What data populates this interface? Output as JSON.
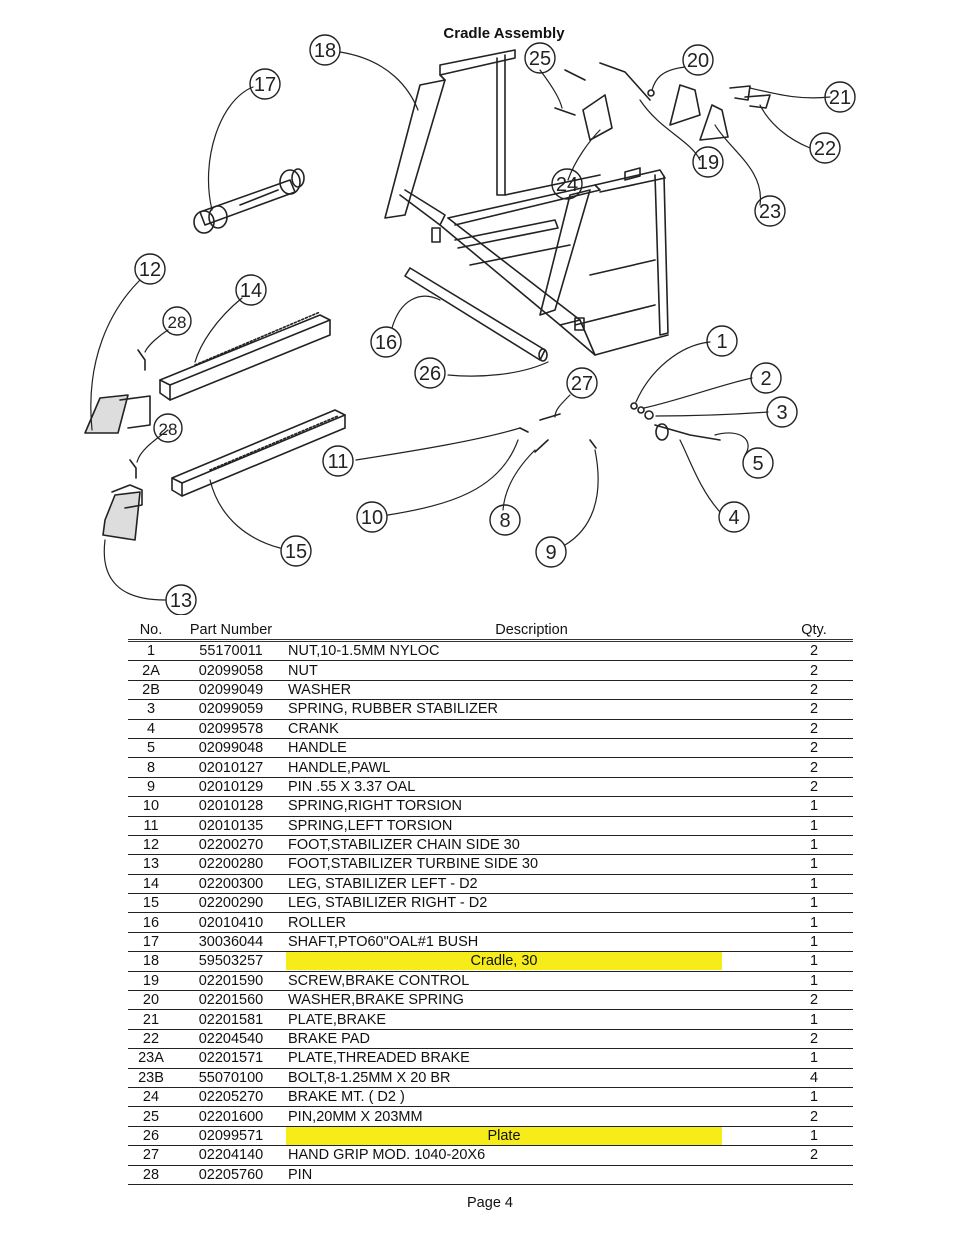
{
  "title": "Cradle Assembly",
  "callouts": [
    "18",
    "17",
    "25",
    "20",
    "21",
    "22",
    "19",
    "23",
    "24",
    "12",
    "14",
    "28",
    "16",
    "26",
    "1",
    "2",
    "27",
    "3",
    "5",
    "11",
    "28",
    "4",
    "10",
    "8",
    "9",
    "15",
    "13"
  ],
  "table": {
    "headers": {
      "no": "No.",
      "part": "Part Number",
      "desc": "Description",
      "qty": "Qty."
    },
    "rows": [
      {
        "no": "1",
        "part": "55170011",
        "desc": "NUT,10-1.5MM NYLOC",
        "qty": "2"
      },
      {
        "no": "2A",
        "part": "02099058",
        "desc": "NUT",
        "qty": "2"
      },
      {
        "no": "2B",
        "part": "02099049",
        "desc": "WASHER",
        "qty": "2"
      },
      {
        "no": "3",
        "part": "02099059",
        "desc": "SPRING, RUBBER STABILIZER",
        "qty": "2"
      },
      {
        "no": "4",
        "part": "02099578",
        "desc": "CRANK",
        "qty": "2"
      },
      {
        "no": "5",
        "part": "02099048",
        "desc": "HANDLE",
        "qty": "2"
      },
      {
        "no": "8",
        "part": "02010127",
        "desc": "HANDLE,PAWL",
        "qty": "2"
      },
      {
        "no": "9",
        "part": "02010129",
        "desc": "PIN .55 X 3.37 OAL",
        "qty": "2"
      },
      {
        "no": "10",
        "part": "02010128",
        "desc": "SPRING,RIGHT TORSION",
        "qty": "1"
      },
      {
        "no": "11",
        "part": "02010135",
        "desc": "SPRING,LEFT TORSION",
        "qty": "1"
      },
      {
        "no": "12",
        "part": "02200270",
        "desc": "FOOT,STABILIZER CHAIN SIDE 30",
        "qty": "1"
      },
      {
        "no": "13",
        "part": "02200280",
        "desc": "FOOT,STABILIZER TURBINE SIDE 30",
        "qty": "1"
      },
      {
        "no": "14",
        "part": "02200300",
        "desc": "LEG, STABILIZER LEFT - D2",
        "qty": "1"
      },
      {
        "no": "15",
        "part": "02200290",
        "desc": "LEG, STABILIZER RIGHT - D2",
        "qty": "1"
      },
      {
        "no": "16",
        "part": "02010410",
        "desc": "ROLLER",
        "qty": "1"
      },
      {
        "no": "17",
        "part": "30036044",
        "desc": "SHAFT,PTO60\"OAL#1 BUSH",
        "qty": "1"
      },
      {
        "no": "18",
        "part": "59503257",
        "desc": "Cradle, 30",
        "qty": "1",
        "highlight": true
      },
      {
        "no": "19",
        "part": "02201590",
        "desc": "SCREW,BRAKE CONTROL",
        "qty": "1"
      },
      {
        "no": "20",
        "part": "02201560",
        "desc": "WASHER,BRAKE SPRING",
        "qty": "2"
      },
      {
        "no": "21",
        "part": "02201581",
        "desc": "PLATE,BRAKE",
        "qty": "1"
      },
      {
        "no": "22",
        "part": "02204540",
        "desc": "BRAKE PAD",
        "qty": "2"
      },
      {
        "no": "23A",
        "part": "02201571",
        "desc": "PLATE,THREADED BRAKE",
        "qty": "1"
      },
      {
        "no": "23B",
        "part": "55070100",
        "desc": "BOLT,8-1.25MM X 20 BR",
        "qty": "4"
      },
      {
        "no": "24",
        "part": "02205270",
        "desc": "BRAKE MT. ( D2 )",
        "qty": "1"
      },
      {
        "no": "25",
        "part": "02201600",
        "desc": "PIN,20MM X 203MM",
        "qty": "2"
      },
      {
        "no": "26",
        "part": "02099571",
        "desc": "Plate",
        "qty": "1",
        "highlight": true
      },
      {
        "no": "27",
        "part": "02204140",
        "desc": "HAND GRIP MOD. 1040-20X6",
        "qty": "2"
      },
      {
        "no": "28",
        "part": "02205760",
        "desc": "PIN",
        "qty": ""
      }
    ]
  },
  "page": "Page 4",
  "colors": {
    "highlight": "#f6ec1a",
    "line": "#222222"
  }
}
